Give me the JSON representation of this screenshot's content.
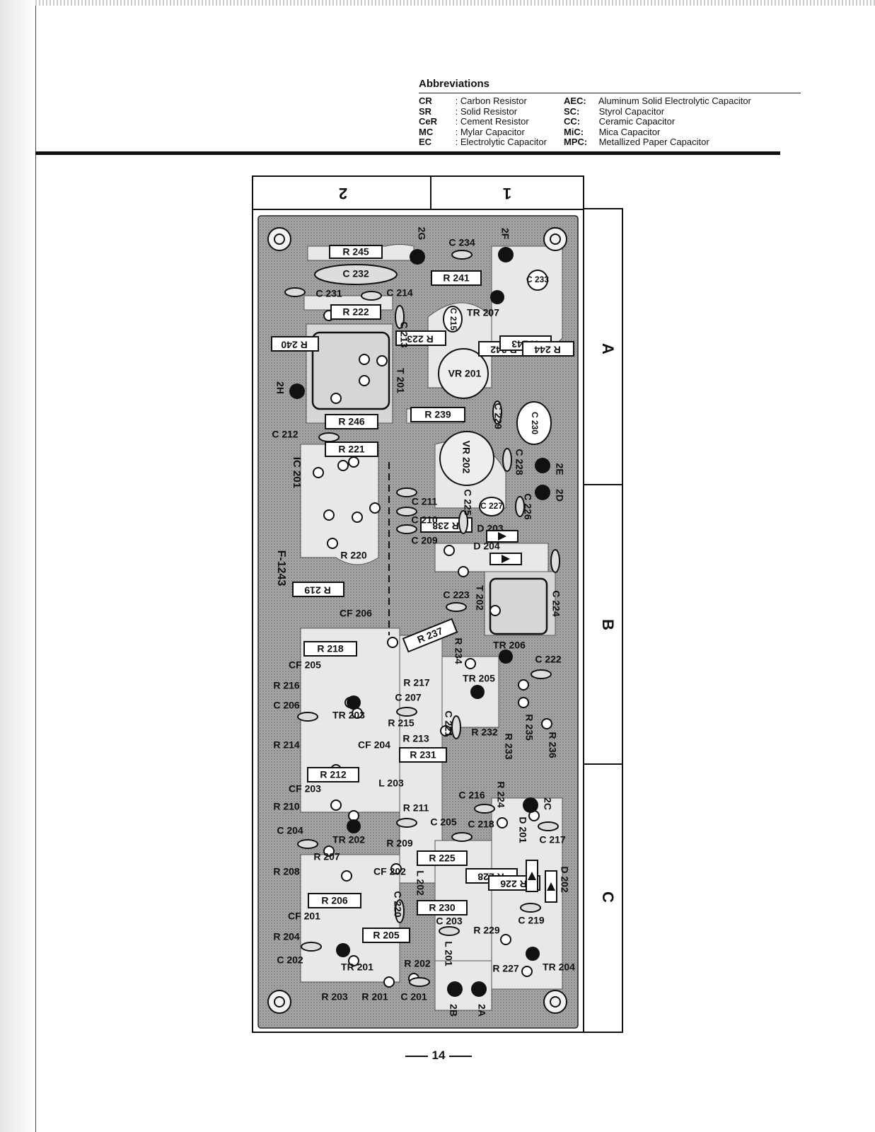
{
  "abbreviations": {
    "title": "Abbreviations",
    "left": [
      {
        "code": "CR",
        "meaning": "Carbon Resistor"
      },
      {
        "code": "SR",
        "meaning": "Solid Resistor"
      },
      {
        "code": "CeR",
        "meaning": "Cement Resistor"
      },
      {
        "code": "MC",
        "meaning": "Mylar Capacitor"
      },
      {
        "code": "EC",
        "meaning": "Electrolytic Capacitor"
      }
    ],
    "right": [
      {
        "code": "AEC",
        "meaning": "Aluminum Solid Electrolytic Capacitor"
      },
      {
        "code": "SC",
        "meaning": "Styrol Capacitor"
      },
      {
        "code": "CC",
        "meaning": "Ceramic Capacitor"
      },
      {
        "code": "MiC",
        "meaning": "Mica Capacitor"
      },
      {
        "code": "MPC",
        "meaning": "Metallized Paper Capacitor"
      }
    ]
  },
  "grid": {
    "columns": [
      "2",
      "1"
    ],
    "rows": [
      "A",
      "B",
      "C"
    ]
  },
  "board": {
    "ic_label": "IC 201",
    "pcb_code": "F-1243",
    "resistors": [
      "R245",
      "R241",
      "R222",
      "R223",
      "R240",
      "R242",
      "R243",
      "R244",
      "R246",
      "R239",
      "R221",
      "R238",
      "R219",
      "R237",
      "R218",
      "R231",
      "R212",
      "R225",
      "R228",
      "R226",
      "R206",
      "R230",
      "R205"
    ],
    "capacitors": [
      "C232",
      "C234",
      "C231",
      "C214",
      "C233",
      "C215",
      "C213",
      "C230",
      "C229",
      "C228",
      "C227",
      "C226",
      "C225",
      "C211",
      "C210",
      "C209",
      "C212",
      "C224",
      "C223",
      "C222",
      "C207",
      "C221",
      "C206",
      "C205",
      "C218",
      "C217",
      "C216",
      "C204",
      "C220",
      "C203",
      "C219",
      "C202",
      "C201"
    ],
    "transistors": [
      "TR207",
      "TR206",
      "TR205",
      "TR203",
      "TR202",
      "TR201",
      "TR204"
    ],
    "diodes": [
      "D203",
      "D204",
      "D201",
      "D202"
    ],
    "coils": [
      "L203",
      "L202",
      "L201"
    ],
    "filters": [
      "CF206",
      "CF205",
      "CF204",
      "CF203",
      "CF202",
      "CF201"
    ],
    "transformers": [
      "T201",
      "T202"
    ],
    "variable_resistors": [
      "VR201",
      "VR202"
    ],
    "terminals": [
      "2G",
      "2F",
      "2H",
      "2E",
      "2D",
      "2C",
      "2B",
      "2A"
    ],
    "loose_labels": [
      "R220",
      "R217",
      "R216",
      "R215",
      "R214",
      "R213",
      "R211",
      "R210",
      "R209",
      "R208",
      "R207",
      "R204",
      "R203",
      "R202",
      "R201",
      "R234",
      "R232",
      "R233",
      "R235",
      "R236",
      "R224",
      "R229",
      "R227"
    ]
  },
  "page_number": "14"
}
